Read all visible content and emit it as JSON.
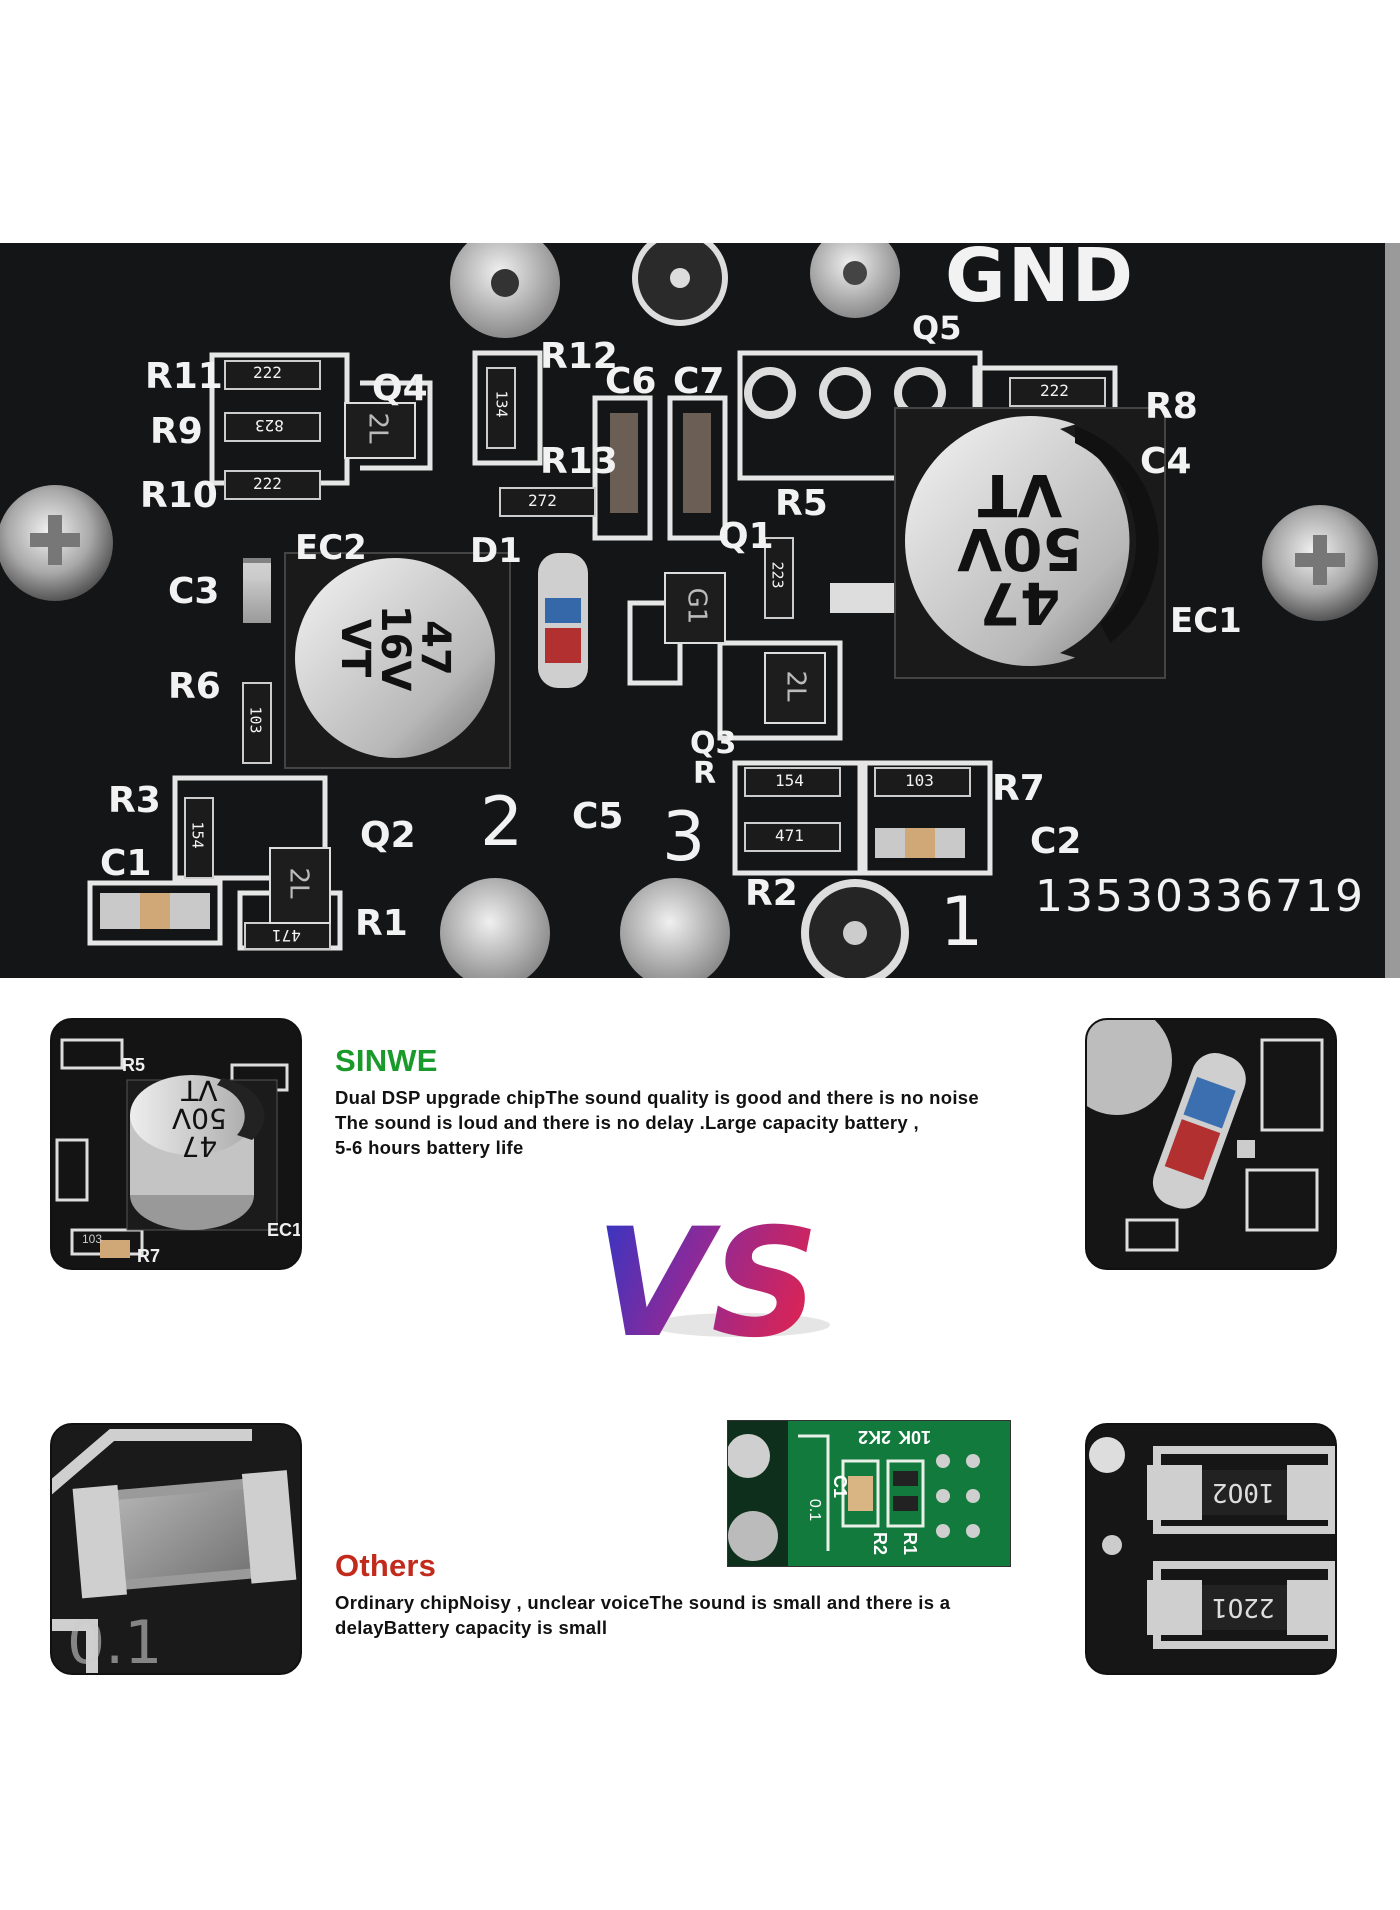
{
  "pcb": {
    "labels": {
      "gnd": "GND",
      "q5": "Q5",
      "r11": "R11",
      "r9": "R9",
      "r10": "R10",
      "q4": "Q4",
      "r12": "R12",
      "r13": "R13",
      "c6": "C6",
      "c7": "C7",
      "r8": "R8",
      "c4": "C4",
      "r5": "R5",
      "q1": "Q1",
      "c3": "C3",
      "ec2": "EC2",
      "d1": "D1",
      "ec1": "EC1",
      "r6": "R6",
      "r3": "R3",
      "c1": "C1",
      "q2": "Q2",
      "r1": "R1",
      "c5": "C5",
      "q3": "Q3",
      "r4": "R",
      "r7": "R7",
      "c2": "C2",
      "r2": "R2",
      "pad1": "1",
      "pad2": "2",
      "pad3": "3",
      "phone": "13530336719"
    },
    "codes": {
      "r11": "222",
      "r9": "823",
      "r10": "222",
      "r12": "134",
      "r13": "272",
      "r8": "222",
      "r5": "223",
      "r6": "103",
      "r3": "154",
      "r1": "471",
      "r4": "154",
      "r7": "103",
      "r2": "471",
      "q4": "2L",
      "q1": "G1",
      "q3": "2L",
      "q2": "2L"
    },
    "caps": {
      "ec2": {
        "value": "47",
        "voltage": "16V",
        "series": "VT"
      },
      "ec1": {
        "value": "47",
        "voltage": "50V",
        "series": "VT"
      }
    }
  },
  "sinwe": {
    "brand": "SINWE",
    "brand_color": "#1a9a2a",
    "lines": [
      "Dual DSP upgrade chipThe sound quality is good and there is no noise",
      "The sound is loud and there is no delay .Large capacity battery ,",
      "5-6 hours battery life"
    ]
  },
  "others": {
    "brand": "Others",
    "brand_color": "#c22a1c",
    "lines": [
      "Ordinary chipNoisy , unclear voiceThe sound is small and there is a",
      "delayBattery capacity is small"
    ]
  },
  "vs": {
    "text": "VS"
  },
  "thumb_cap": {
    "value": "47",
    "voltage": "50V",
    "series": "VT",
    "label": "EC1",
    "r5": "R5",
    "r7": "R7",
    "code": "103"
  },
  "thumb_res": {
    "code1": "10O2",
    "code2": "22O1"
  },
  "thumb_green": {
    "code1": "10K",
    "code2": "2K2",
    "c1": "C1",
    "r1": "R1",
    "r2": "R2",
    "cap": "0.1"
  }
}
